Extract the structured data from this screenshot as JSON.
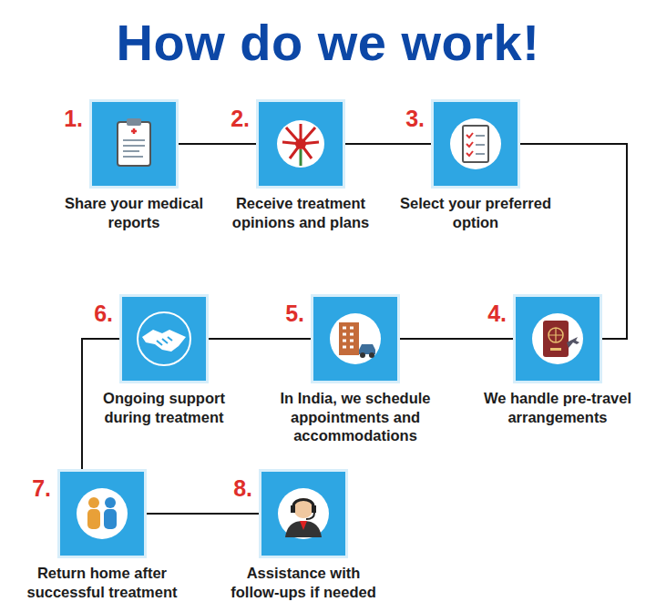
{
  "diagram": {
    "title": "How do we work!",
    "nodes": [
      {
        "text": [
          "1.",
          "Share your medical reports"
        ]
      },
      {
        "text": [
          "2.",
          "Receive treatment opinions and plans"
        ]
      },
      {
        "text": [
          "3.",
          "Select your preferred option"
        ]
      },
      {
        "text": [
          "4.",
          "We handle pre-travel arrangements"
        ]
      },
      {
        "text": [
          "5.",
          "In India, we schedule appointments and accommodations"
        ]
      },
      {
        "text": [
          "6.",
          "Ongoing support during treatment"
        ]
      },
      {
        "text": [
          "7.",
          "Return home after successful treatment"
        ]
      },
      {
        "text": [
          "8.",
          "Assistance with follow-ups if needed"
        ]
      }
    ],
    "edges": [
      {
        "from": 0,
        "to": 1,
        "arrow": "none"
      },
      {
        "from": 1,
        "to": 2,
        "arrow": "none"
      },
      {
        "from": 2,
        "to": 3,
        "arrow": "none"
      },
      {
        "from": 3,
        "to": 4,
        "arrow": "none"
      },
      {
        "from": 4,
        "to": 5,
        "arrow": "none"
      },
      {
        "from": 5,
        "to": 6,
        "arrow": "none"
      },
      {
        "from": 6,
        "to": 7,
        "arrow": "none"
      }
    ]
  }
}
